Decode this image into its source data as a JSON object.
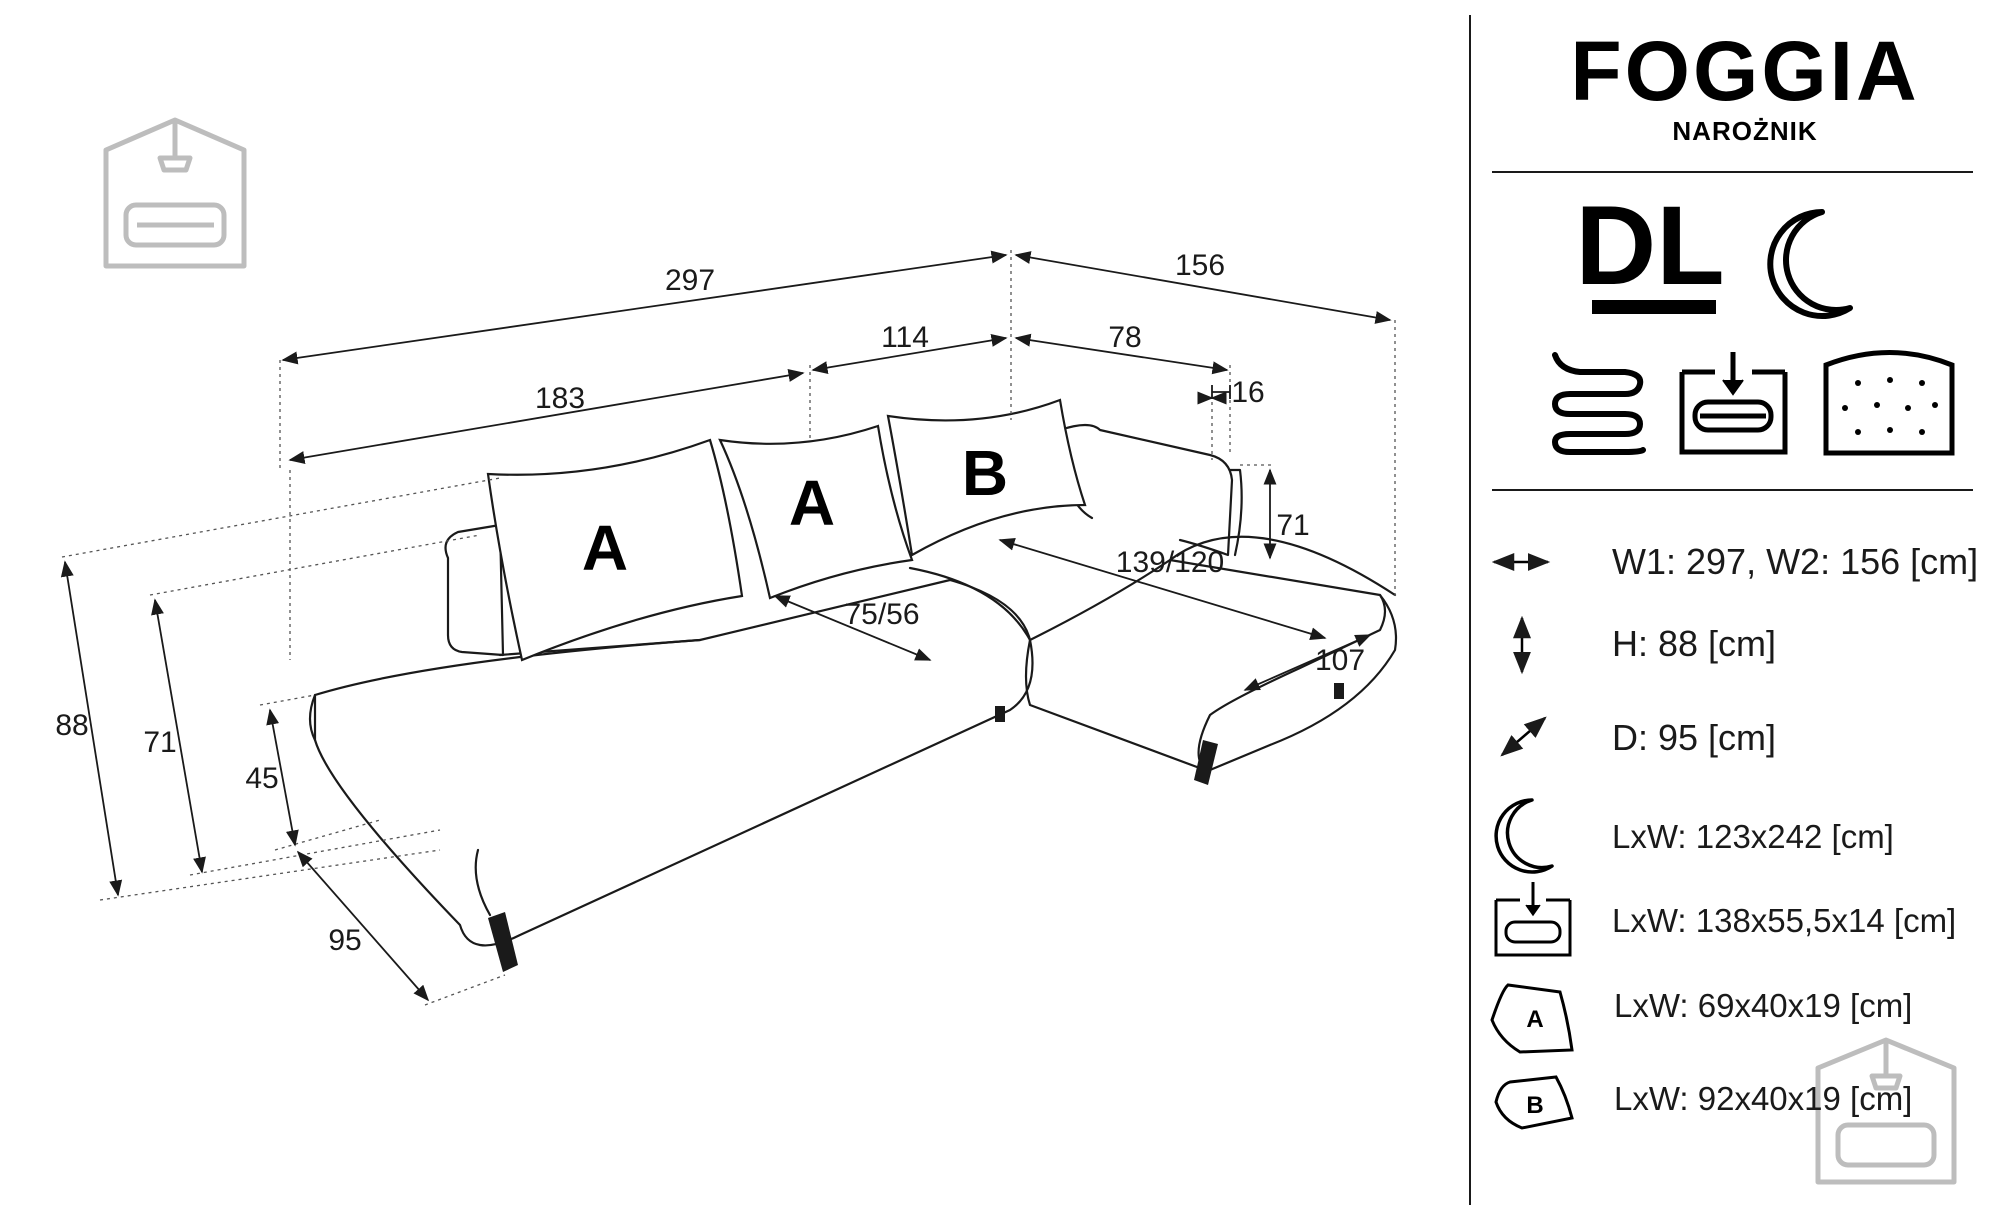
{
  "product": {
    "name": "FOGGIA",
    "subtitle": "NAROŻNIK",
    "orientation_code": "DL"
  },
  "diagram": {
    "dimensions": {
      "total_width": "297",
      "side_width": "156",
      "main_section": "183",
      "middle_section": "114",
      "corner_section": "78",
      "armrest": "16",
      "back_height_right": "71",
      "chaise_length": "139/120",
      "seat_depth": "75/56",
      "chaise_width": "107",
      "total_height": "88",
      "back_height": "71",
      "seat_height": "45",
      "depth": "95"
    },
    "cushions": [
      "A",
      "A",
      "B"
    ]
  },
  "feature_icons": [
    "spring-icon",
    "storage-bin-icon",
    "foam-mattress-icon"
  ],
  "specs": [
    {
      "icon": "width-arrow-icon",
      "text": "W1: 297, W2: 156 [cm]"
    },
    {
      "icon": "height-arrow-icon",
      "text": "H: 88 [cm]"
    },
    {
      "icon": "depth-arrow-icon",
      "text": "D: 95 [cm]"
    },
    {
      "icon": "sleeping-area-moon-icon",
      "text": "LxW: 123x242 [cm]"
    },
    {
      "icon": "storage-container-icon",
      "text": "LxW: 138x55,5x14 [cm]"
    },
    {
      "icon": "cushion-a-icon",
      "text": "LxW: 69x40x19 [cm]",
      "badge": "A"
    },
    {
      "icon": "cushion-b-icon",
      "text": "LxW: 92x40x19 [cm]",
      "badge": "B"
    }
  ],
  "colors": {
    "line": "#1a1a1a",
    "watermark": "#bdbdbd"
  }
}
